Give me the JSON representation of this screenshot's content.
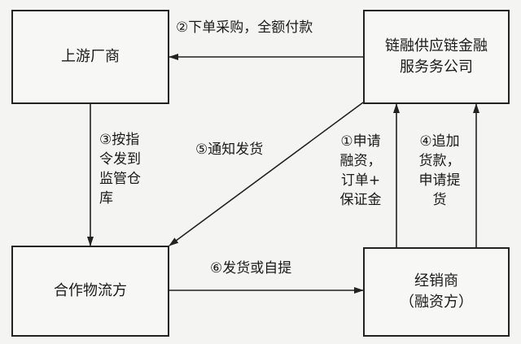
{
  "nodes": {
    "upstream": {
      "text": "上游厂商"
    },
    "platform": {
      "line1": "链融供应链金融",
      "line2": "服务务公司"
    },
    "logistics": {
      "text": "合作物流方"
    },
    "dealer": {
      "line1": "经销商",
      "line2": "（融资方）"
    }
  },
  "edges": {
    "e2": {
      "text": "②下单采购，全额付款"
    },
    "e3": {
      "line1": "③按指",
      "line2": "令发到",
      "line3": "监管仓",
      "line4": "库"
    },
    "e5": {
      "text": "⑤通知发货"
    },
    "e1": {
      "line1": "①申请",
      "line2": "融资，",
      "line3": "订单+",
      "line4": "保证金"
    },
    "e4": {
      "line1": "④追加",
      "line2": "货款，",
      "line3": "申请提",
      "line4": "货"
    },
    "e6": {
      "text": "⑥发货或自提"
    }
  }
}
